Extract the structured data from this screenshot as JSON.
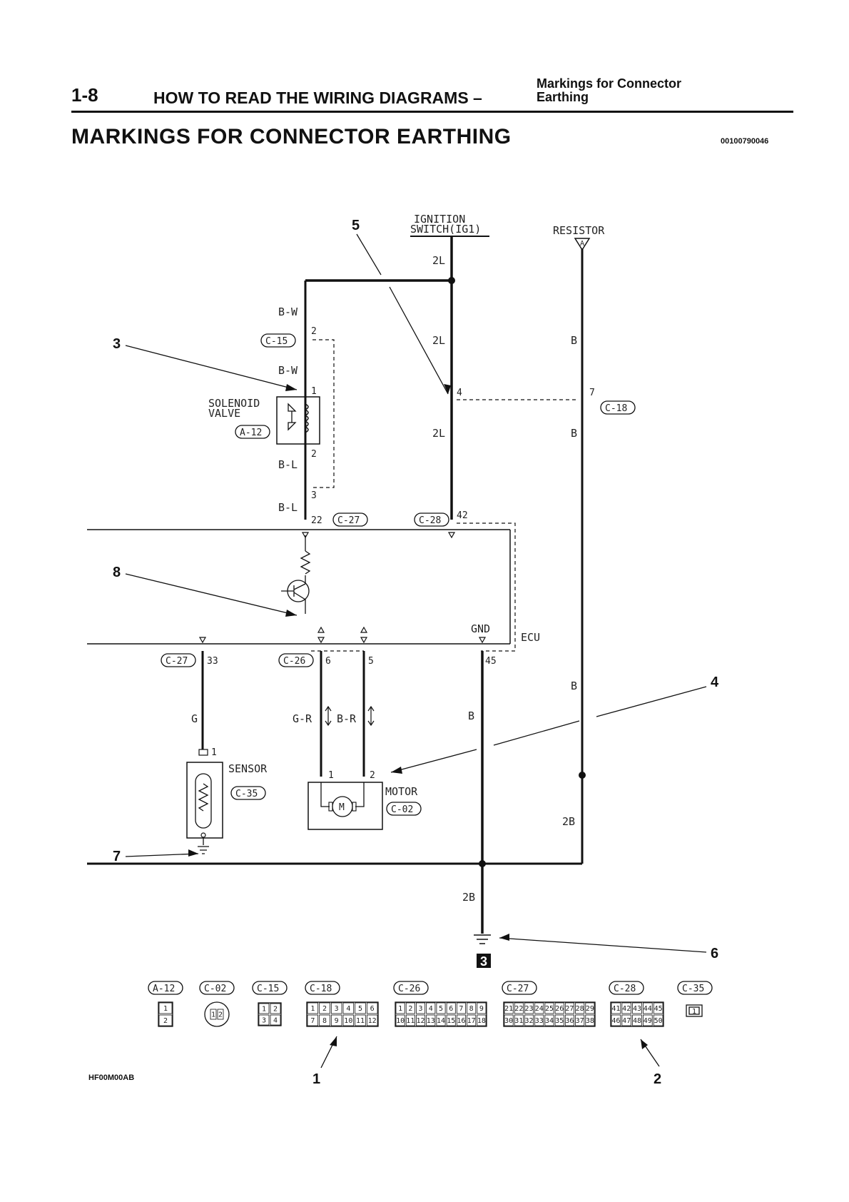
{
  "header": {
    "page_number": "1-8",
    "chapter_title": "HOW TO READ THE WIRING DIAGRAMS –",
    "subtitle_line1": "Markings for Connector",
    "subtitle_line2": "Earthing"
  },
  "section_title": "MARKINGS FOR CONNECTOR EARTHING",
  "doc_code": "00100790046",
  "figure_code": "HF00M00AB",
  "diagram": {
    "ignition_switch": [
      "IGNITION",
      "SWITCH(IG1)"
    ],
    "resistor": "RESISTOR",
    "resistor_connector": "A",
    "solenoid_valve": [
      "SOLENOID",
      "VALVE"
    ],
    "sensor": "SENSOR",
    "motor": "MOTOR",
    "motor_symbol": "M",
    "ecu": "ECU",
    "gnd": "GND",
    "wire_colors": {
      "two_l_top": "2L",
      "two_l_mid": "2L",
      "two_l_low": "2L",
      "b_w_upper": "B-W",
      "b_w_lower": "B-W",
      "b_l_upper": "B-L",
      "b_l_lower": "B-L",
      "b_right_1": "B",
      "b_right_2": "B",
      "b_right_3": "B",
      "b_center": "B",
      "g": "G",
      "g_r": "G-R",
      "b_r": "B-R",
      "two_b_right": "2B",
      "two_b_center": "2B"
    },
    "connectors": {
      "c15": "C-15",
      "a12": "A-12",
      "c27_solenoid": "C-27",
      "c28": "C-28",
      "c18": "C-18",
      "c27_sensor": "C-27",
      "c26": "C-26",
      "c35": "C-35",
      "c02": "C-02"
    },
    "pins": {
      "c15_pin": "2",
      "sol_pin_top": "1",
      "sol_pin_bot": "2",
      "c15_pin3": "3",
      "c27_pin22": "22",
      "c28_pin42": "42",
      "c18_pin4": "4",
      "c18_pin7": "7",
      "c27_pin33": "33",
      "c26_pin6": "6",
      "c26_pin5": "5",
      "c_pin45": "45",
      "sensor_pin": "1",
      "motor_pin1": "1",
      "motor_pin2": "2"
    },
    "callouts": [
      "1",
      "2",
      "3",
      "4",
      "5",
      "6",
      "7",
      "8"
    ],
    "earth_code": "3"
  },
  "connector_legend": [
    {
      "label": "A-12",
      "pins": [
        "1",
        "2"
      ]
    },
    {
      "label": "C-02",
      "pins": [
        "1",
        "2"
      ]
    },
    {
      "label": "C-15",
      "pins": [
        "1",
        "2",
        "3",
        "4"
      ]
    },
    {
      "label": "C-18",
      "pins": [
        "1",
        "2",
        "3",
        "4",
        "5",
        "6",
        "7",
        "8",
        "9",
        "10",
        "11",
        "12"
      ]
    },
    {
      "label": "C-26",
      "pins": [
        "1",
        "2",
        "3",
        "4",
        "5",
        "6",
        "7",
        "8",
        "9",
        "10",
        "11",
        "12",
        "13",
        "14",
        "15",
        "16",
        "17",
        "18"
      ]
    },
    {
      "label": "C-27",
      "pins": [
        "21",
        "22",
        "23",
        "24",
        "25",
        "26",
        "27",
        "28",
        "29",
        "30",
        "31",
        "32",
        "33",
        "34",
        "35",
        "36",
        "37",
        "38"
      ]
    },
    {
      "label": "C-28",
      "pins": [
        "41",
        "42",
        "43",
        "44",
        "45",
        "46",
        "47",
        "48",
        "49",
        "50"
      ]
    },
    {
      "label": "C-35",
      "pins": [
        "1"
      ]
    }
  ]
}
